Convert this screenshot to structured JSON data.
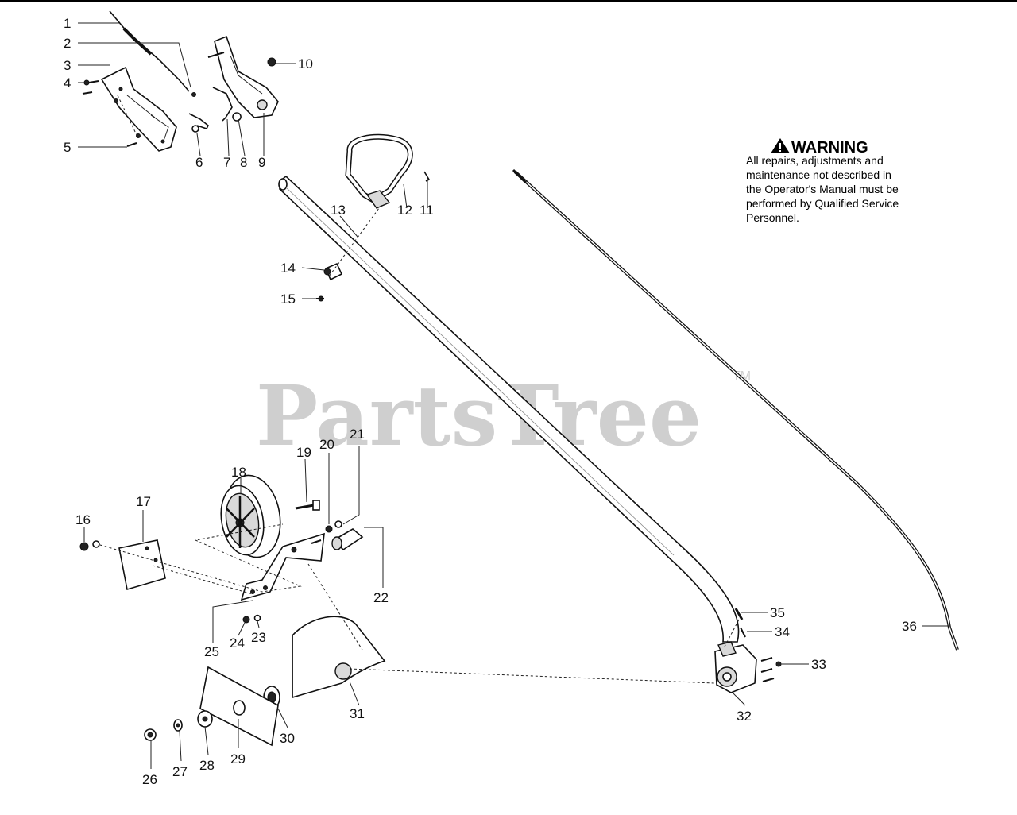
{
  "watermark": {
    "text": "PartsTree",
    "trademark": "TM"
  },
  "warning": {
    "title": "WARNING",
    "lines": [
      "All repairs, adjustments and",
      "maintenance not described in",
      "the Operator's Manual must be",
      "performed by Qualified Service",
      "Personnel."
    ]
  },
  "callouts": {
    "c1": "1",
    "c2": "2",
    "c3": "3",
    "c4": "4",
    "c5": "5",
    "c6": "6",
    "c7": "7",
    "c8": "8",
    "c9": "9",
    "c10": "10",
    "c11": "11",
    "c12": "12",
    "c13": "13",
    "c14": "14",
    "c15": "15",
    "c16": "16",
    "c17": "17",
    "c18": "18",
    "c19": "19",
    "c20": "20",
    "c21": "21",
    "c22": "22",
    "c23": "23",
    "c24": "24",
    "c25": "25",
    "c26": "26",
    "c27": "27",
    "c28": "28",
    "c29": "29",
    "c30": "30",
    "c31": "31",
    "c32": "32",
    "c33": "33",
    "c34": "34",
    "c35": "35",
    "c36": "36"
  }
}
